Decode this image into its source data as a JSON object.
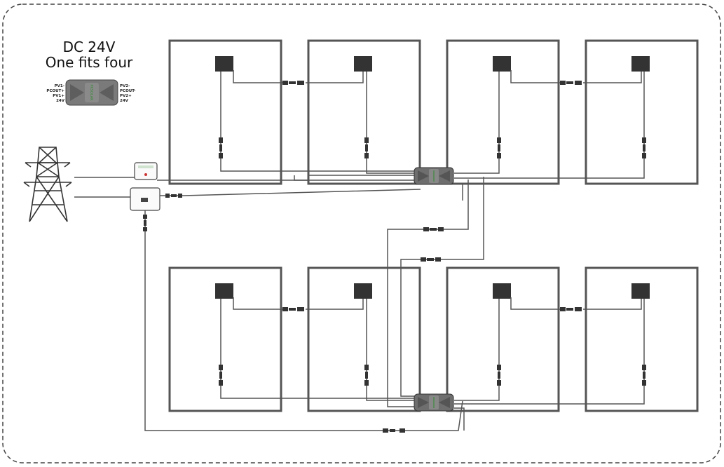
{
  "header": {
    "line1": "DC 24V",
    "line2": "One fits four"
  },
  "device_legend": {
    "left_ports": [
      "PV1-",
      "PCOUT+",
      "PV1+",
      "24V"
    ],
    "right_ports": [
      "PV2-",
      "PCOUT-",
      "PV2+",
      "24V"
    ]
  },
  "colors": {
    "panel_stroke": "#555555",
    "wire": "#555555",
    "junction_box": "#333333",
    "hub_fill": "#6e6e6e",
    "accent_green": "#3f8a3f"
  }
}
